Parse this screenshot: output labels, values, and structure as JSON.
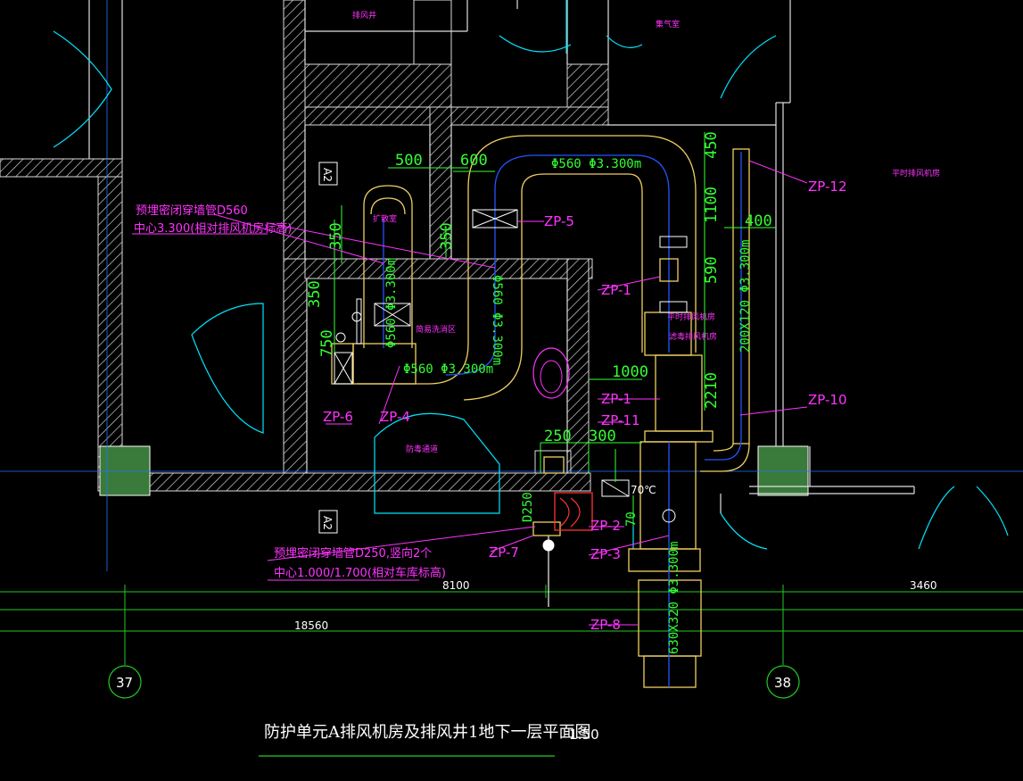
{
  "drawing": {
    "title": "防护单元A排风机房及排风井1地下一层平面图",
    "scale": "1:50"
  },
  "rooms": {
    "exhaust_shaft": "排风井",
    "gas_room": "集气室",
    "fan_room": "平时排风机房",
    "expansion_room": "扩散室",
    "decon_area": "简易洗消区",
    "protective_passage": "防毒通道",
    "filter_room": "平时排风机房",
    "filter_room2": "滤毒排风机房"
  },
  "tags": {
    "zp1a": "ZP-1",
    "zp1b": "ZP-1",
    "zp2": "ZP-2",
    "zp3": "ZP-3",
    "zp4": "ZP-4",
    "zp5": "ZP-5",
    "zp6": "ZP-6",
    "zp7": "ZP-7",
    "zp8": "ZP-8",
    "zp10": "ZP-10",
    "zp11": "ZP-11",
    "zp12": "ZP-12"
  },
  "notes": {
    "pipe560_line1": "预埋密闭穿墙管D560",
    "pipe560_line2": "中心3.300(相对排风机房标高)",
    "pipe250_line1": "预埋密闭穿墙管D250,竖向2个",
    "pipe250_line2": "中心1.000/1.700(相对车库标高)"
  },
  "dimensions": {
    "d500": "500",
    "d600": "600",
    "d450": "450",
    "d1100": "1100",
    "d400": "400",
    "d590": "590",
    "d350a": "350",
    "d350b": "350",
    "d350c": "350",
    "d750": "750",
    "d1000": "1000",
    "d2210": "2210",
    "d250": "250",
    "d300": "300",
    "d70": "70",
    "dD250": "D250",
    "span8100": "8100",
    "span3460": "3460",
    "span18560": "18560"
  },
  "duct_labels": {
    "top": "Φ560  Φ3.300m",
    "vertical_mid": "Φ560  Φ3.300m",
    "lower": "Φ560  Φ3.300m",
    "left": "Φ560  Φ3.300m",
    "right_vert": "200X120  Φ3.300m",
    "bottom_vert": "630X320  Φ3.300m",
    "temp": "70℃"
  },
  "axes": {
    "axis37": "37",
    "axis38": "38"
  },
  "section_marks": {
    "upper": "A2",
    "lower": "A2"
  }
}
